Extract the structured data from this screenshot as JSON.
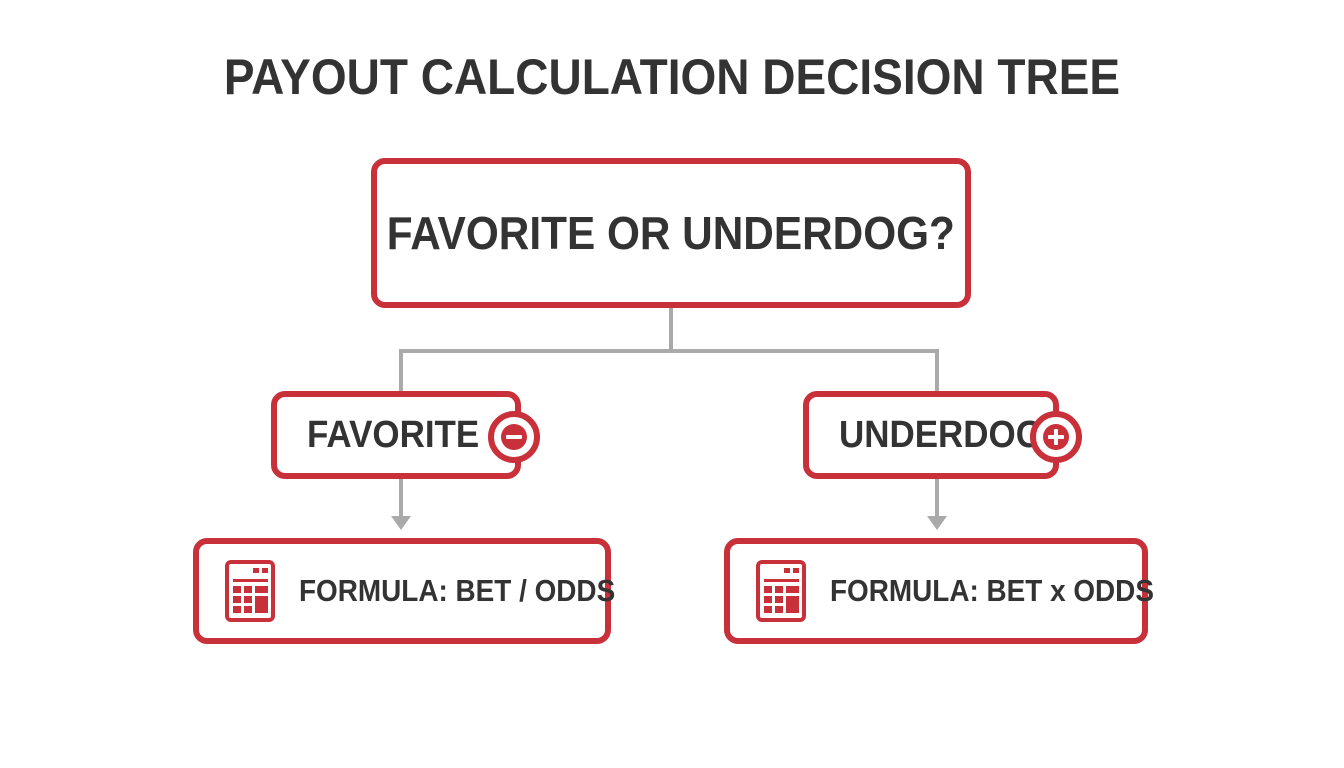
{
  "title": "PAYOUT CALCULATION DECISION TREE",
  "root": {
    "question": "FAVORITE OR UNDERDOG?"
  },
  "branches": [
    {
      "label": "FAVORITE",
      "sign_icon": "minus-circle-icon",
      "formula_icon": "calculator-icon",
      "formula": "FORMULA: BET / ODDS"
    },
    {
      "label": "UNDERDOG",
      "sign_icon": "plus-circle-icon",
      "formula_icon": "calculator-icon",
      "formula": "FORMULA: BET x ODDS"
    }
  ],
  "colors": {
    "accent": "#c8313a",
    "text": "#333333",
    "connector": "#aaaaaa",
    "background": "#ffffff"
  }
}
